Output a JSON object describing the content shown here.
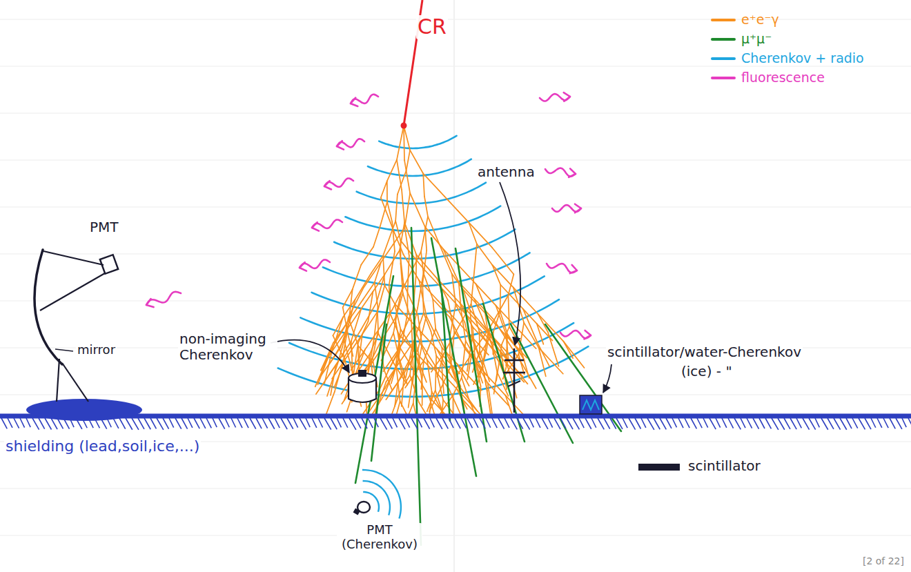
{
  "diagram": {
    "labels": [
      "CR",
      "PMT",
      "mirror",
      "non-imaging Cherenkov",
      "antenna",
      "scintillator/water-Cherenkov",
      "(ice) - \"",
      "shielding (lead,soil,ice,...)",
      "scintillator",
      "PMT (Cherenkov)",
      "[2 of 22]"
    ],
    "legend": [
      {
        "text": "e⁺e⁻γ",
        "color": "#f7901e"
      },
      {
        "text": "μ⁺μ⁻",
        "color": "#1f8a2e"
      },
      {
        "text": "Cherenkov + radio",
        "color": "#1ea6df"
      },
      {
        "text": "fluorescence",
        "color": "#e63cc0"
      }
    ]
  }
}
